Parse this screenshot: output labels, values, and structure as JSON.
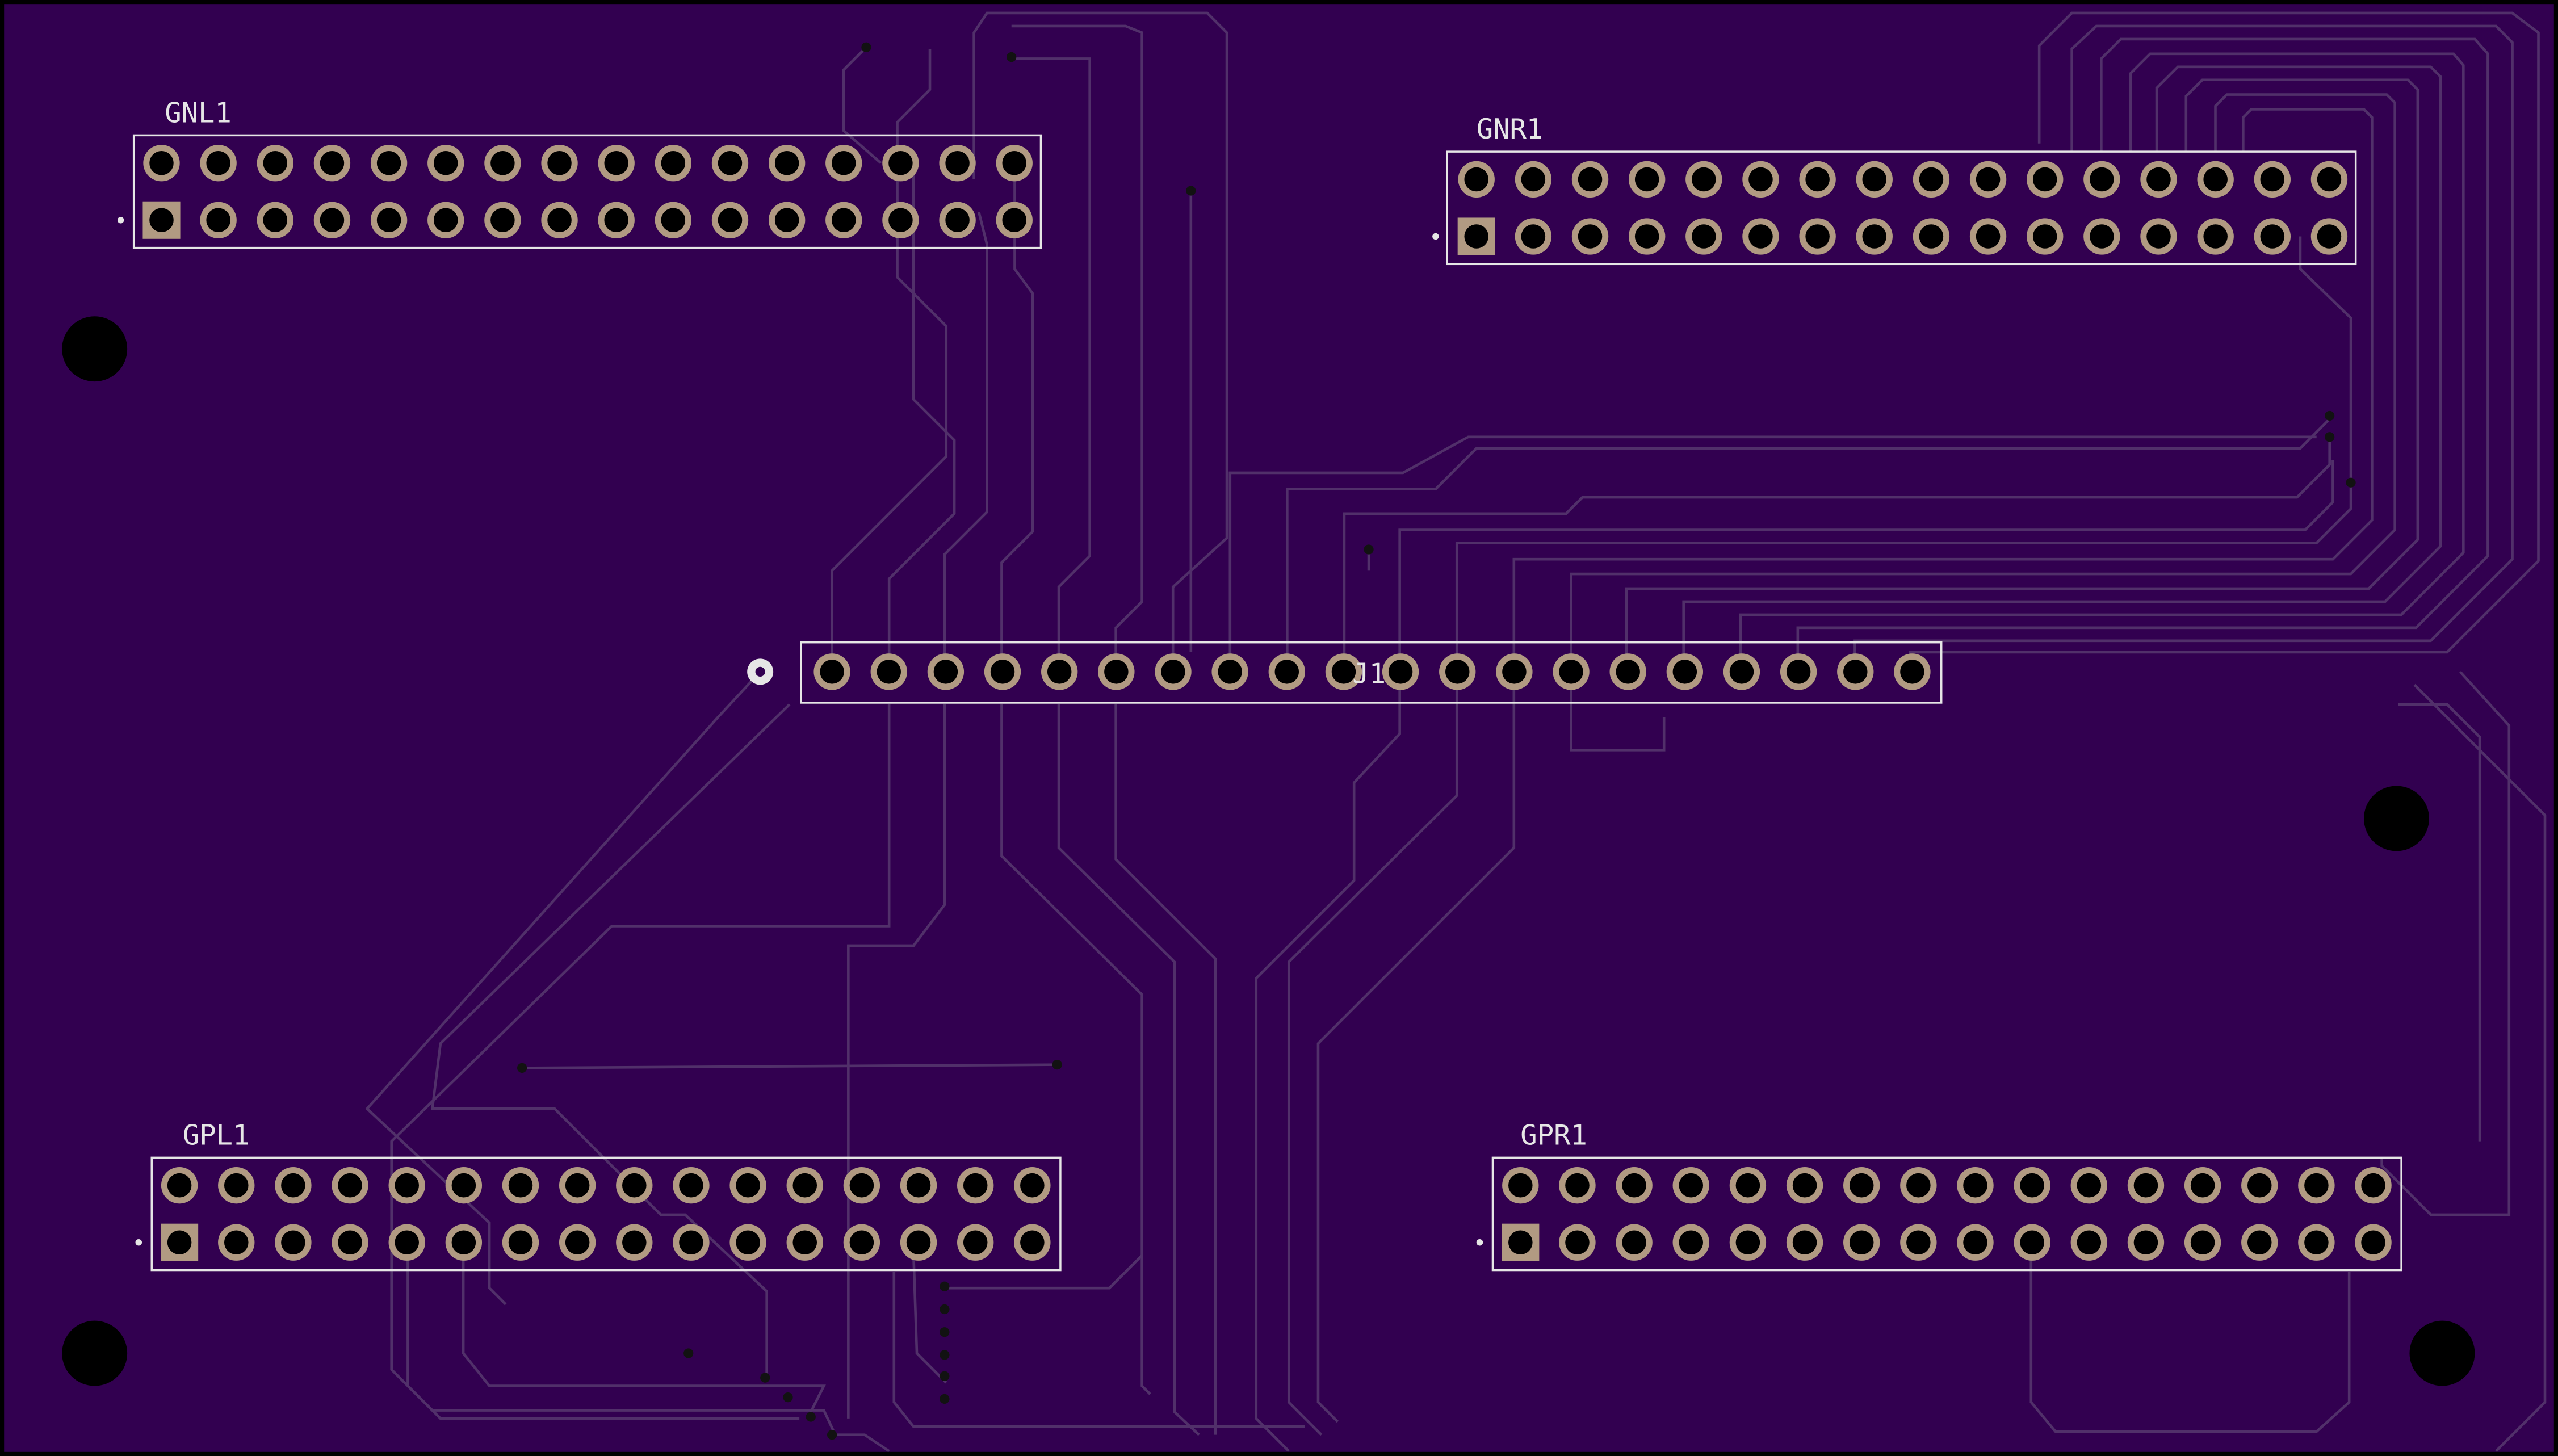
{
  "colors": {
    "board": "#320050",
    "board_outline": "#000000",
    "trace": "#51306a",
    "silkscreen": "#e6e6e6",
    "pad_copper": "#b19a82",
    "drill": "#000000",
    "via": "#121212"
  },
  "headers": {
    "gnl1": {
      "ref": "GNL1",
      "pins": 32
    },
    "gnr1": {
      "ref": "GNR1",
      "pins": 32
    },
    "gpl1": {
      "ref": "GPL1",
      "pins": 32
    },
    "gpr1": {
      "ref": "GPR1",
      "pins": 32
    }
  },
  "connector_j1": {
    "ref": "J1",
    "pins": 20
  },
  "mounting_holes": 4,
  "icons": {
    "pin1_marker": "small-dot-icon",
    "j1_pin1_marker": "ring-dot-icon",
    "mounting_hole": "filled-circle-icon"
  }
}
